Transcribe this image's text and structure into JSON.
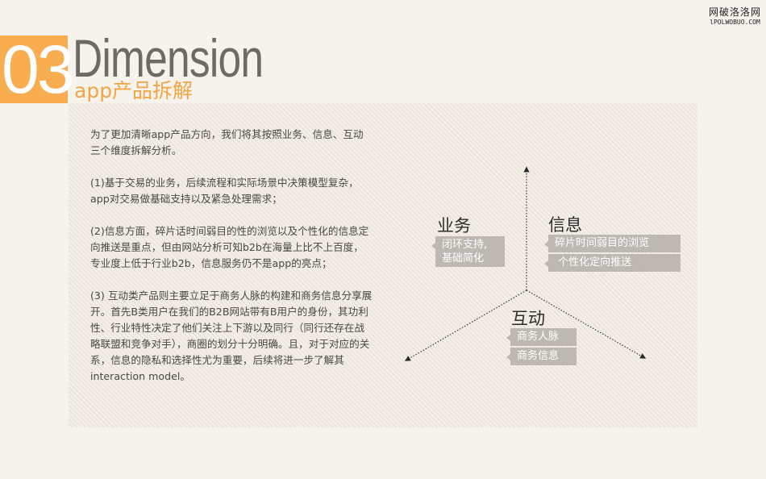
{
  "watermark": {
    "cn": "网破洛洛网",
    "en": "lPOLWOBUO.COM"
  },
  "header": {
    "number": "03",
    "title": "Dimension",
    "subtitle": "app产品拆解"
  },
  "colors": {
    "accent": "#f8ad51",
    "title": "#6e6a66",
    "background": "#f6f2ec",
    "tag": "#b4afa8"
  },
  "description": {
    "paragraphs": [
      "为了更加清晰app产品方向，我们将其按照业务、信息、互动三个维度拆解分析。",
      "(1)基于交易的业务，后续流程和实际场景中决策模型复杂，app对交易做基础支持以及紧急处理需求；",
      "(2)信息方面，碎片话时间弱目的性的浏览以及个性化的信息定向推送是重点，但由网站分析可知b2b在海量上比不上百度，专业度上低于行业b2b，信息服务仍不是app的亮点；",
      "(3) 互动类产品则主要立足于商务人脉的构建和商务信息分享展开。首先B类用户在我们的B2B网站带有B用户的身份，其功利性、行业特性决定了他们关注上下游以及同行（同行还存在战略联盟和竞争对手），商圈的划分十分明确。且，对于对应的关系，信息的隐私和选择性尤为重要，后续将进一步了解其interaction model。"
    ]
  },
  "diagram": {
    "business": {
      "title": "业务",
      "tags": [
        "闭环支持,\n基础简化"
      ]
    },
    "info": {
      "title": "信息",
      "tags": [
        "碎片时间弱目的浏览",
        " 个性化定向推送"
      ]
    },
    "interaction": {
      "title": "互动",
      "tags": [
        "商务人脉",
        "商务信息"
      ]
    }
  }
}
